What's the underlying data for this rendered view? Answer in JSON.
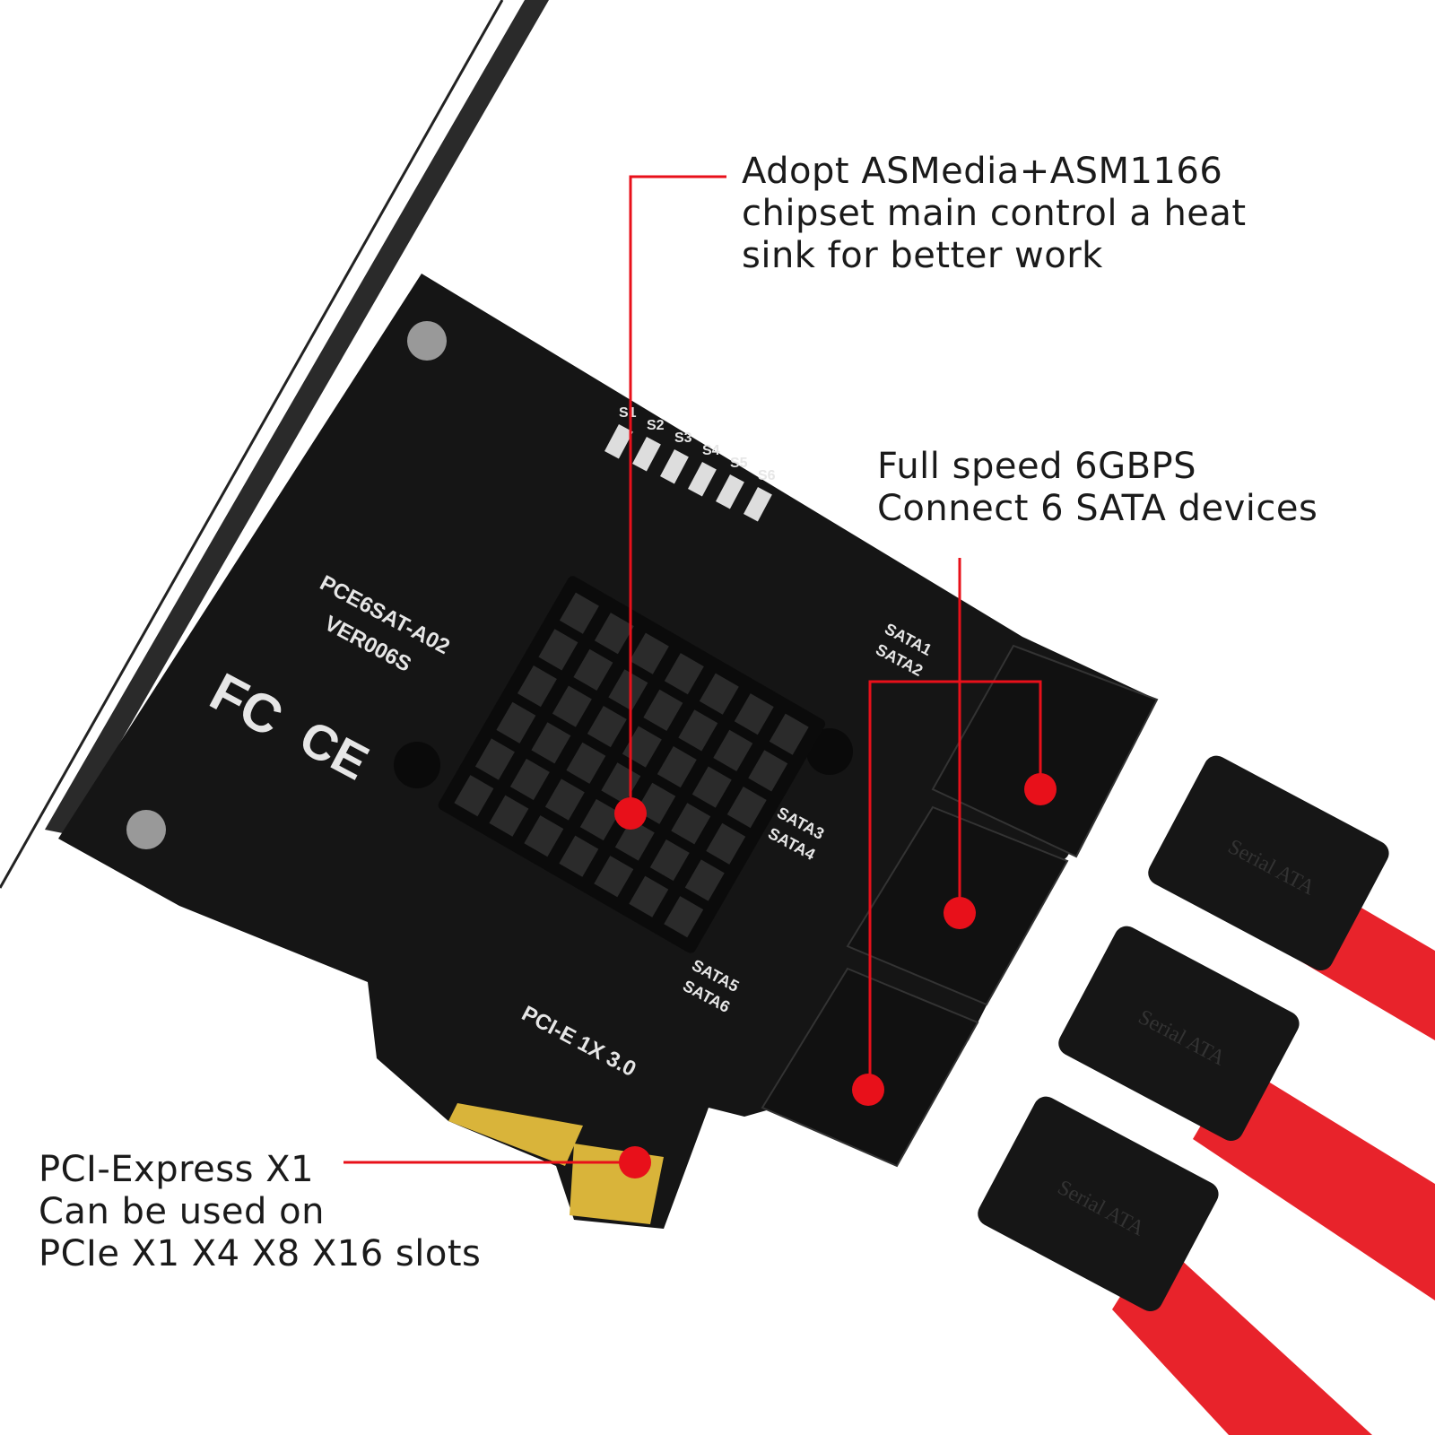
{
  "annotations": {
    "chipset": {
      "lines": [
        "Adopt ASMedia+ASM1166",
        "chipset main control a heat",
        "sink for better work"
      ]
    },
    "speed": {
      "lines": [
        "Full speed 6GBPS",
        "Connect 6 SATA devices"
      ]
    },
    "interface": {
      "lines": [
        "PCI-Express X1",
        "Can be used on",
        "PCIe X1 X4 X8 X16 slots"
      ]
    }
  },
  "board": {
    "model": "PCE6SAT-A02",
    "version": "VER006S",
    "bus_label": "PCI-E 1X 3.0",
    "led_labels": [
      "S1",
      "S2",
      "S3",
      "S4",
      "S5",
      "S6"
    ],
    "port_labels": [
      "SATA1",
      "SATA2",
      "SATA3",
      "SATA4",
      "SATA5",
      "SATA6"
    ],
    "logos": [
      "FC",
      "CE"
    ]
  },
  "cable_label": "Serial ATA",
  "colors": {
    "annotation_red": "#e8101a",
    "pcb": "#151515",
    "cable": "#e8232b",
    "gold_fingers": "#d9b43a"
  }
}
